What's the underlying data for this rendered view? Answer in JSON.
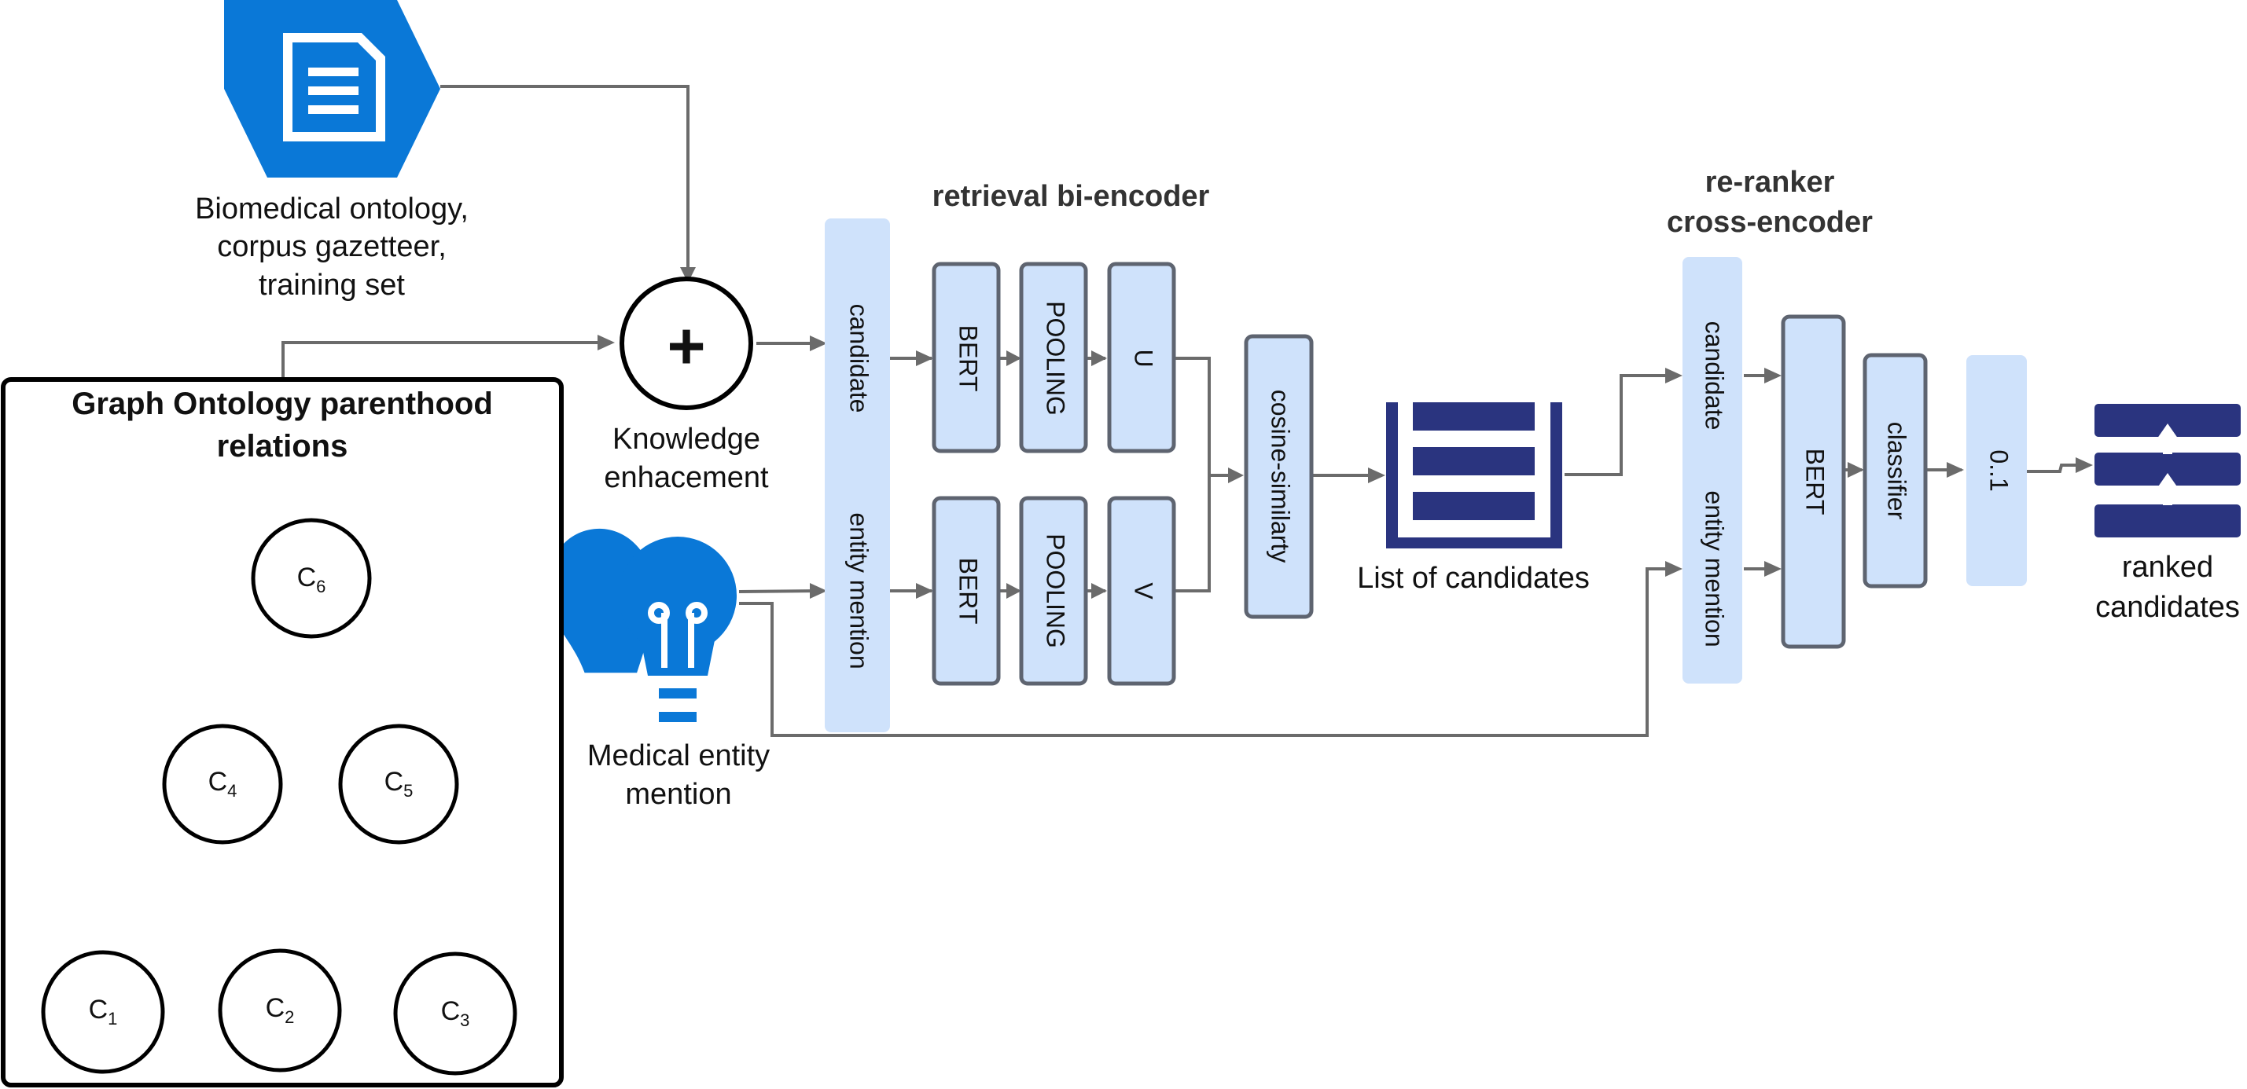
{
  "colors": {
    "box_fill": "#cfe2fb",
    "box_stroke": "#5e6470",
    "connector": "#6b6b6b",
    "ontology_icon": "#0a78d7",
    "list_icon": "#2a347f",
    "text": "#111111"
  },
  "icons": {
    "ontology": "document-hexagon-icon",
    "mention": "lightbulb-icon",
    "knowledge": "plus-circle-icon",
    "candidates_list": "list-icon",
    "ranked": "ranked-list-icon"
  },
  "ontology": {
    "label_lines": [
      "Biomedical ontology,",
      "corpus gazetteer,",
      "training set"
    ]
  },
  "knowledge": {
    "symbol": "+",
    "label_lines": [
      "Knowledge",
      "enhacement"
    ]
  },
  "mention": {
    "label_lines": [
      "Medical entity",
      "mention"
    ]
  },
  "graph": {
    "title_lines": [
      "Graph Ontology parenthood",
      "relations"
    ],
    "nodes": [
      {
        "id": "c6",
        "label": "C",
        "sub": "6"
      },
      {
        "id": "c4",
        "label": "C",
        "sub": "4"
      },
      {
        "id": "c5",
        "label": "C",
        "sub": "5"
      },
      {
        "id": "c1",
        "label": "C",
        "sub": "1"
      },
      {
        "id": "c2",
        "label": "C",
        "sub": "2"
      },
      {
        "id": "c3",
        "label": "C",
        "sub": "3"
      }
    ]
  },
  "biencoder": {
    "title": "retrieval bi-encoder",
    "input_top": "candidate",
    "input_bottom": "entity mention",
    "top_row": [
      "BERT",
      "POOLING",
      "U"
    ],
    "bottom_row": [
      "BERT",
      "POOLING",
      "V"
    ],
    "similarity": "cosine-similarty"
  },
  "candidates_list": {
    "label": "List of candidates"
  },
  "reranker": {
    "title_lines": [
      "re-ranker",
      "cross-encoder"
    ],
    "input_top": "candidate",
    "input_bottom": "entity mention",
    "model": "BERT",
    "classifier": "classifier",
    "score": "0..1"
  },
  "ranked": {
    "label_lines": [
      "ranked",
      "candidates"
    ]
  }
}
